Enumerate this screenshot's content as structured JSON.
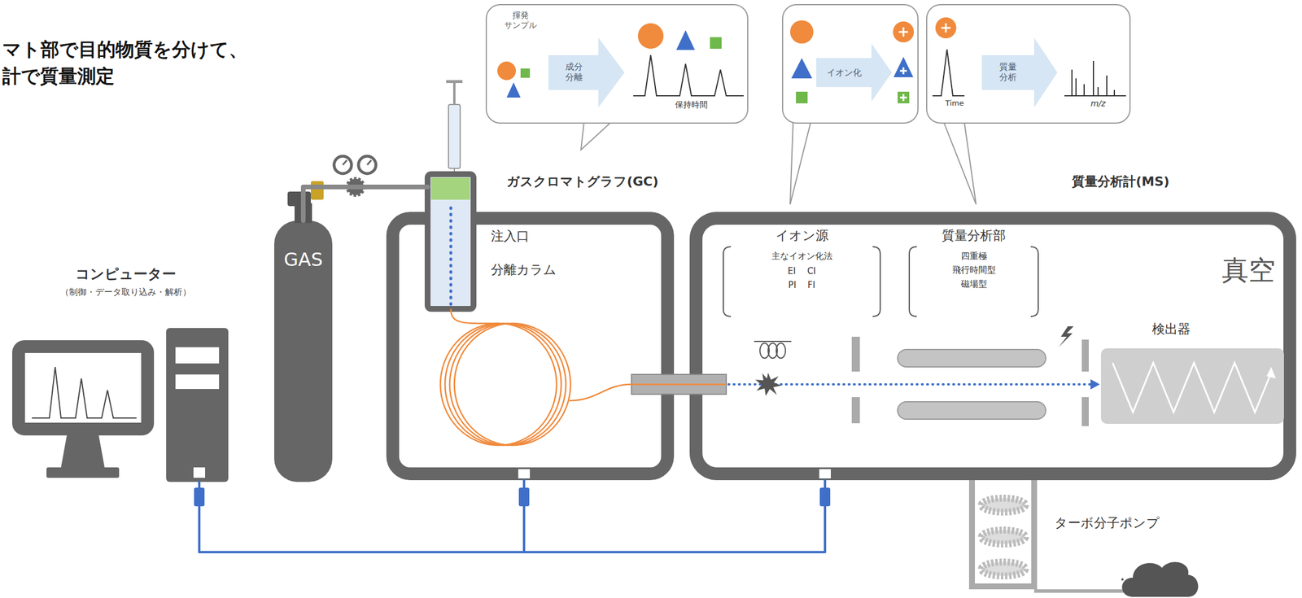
{
  "diagram": {
    "title": "マト部で目的物質を分けて、 計で質量測定",
    "nodes": [
      {
        "text": [
          "コンピューター",
          "（制御・データ取り込み・解析）"
        ]
      },
      {
        "text": [
          "GAS"
        ]
      },
      {
        "text": [
          "ガスクロマトグラフ(GC)"
        ]
      },
      {
        "text": [
          "注入口"
        ],
        "in": 2
      },
      {
        "text": [
          "分離カラム"
        ],
        "in": 2
      },
      {
        "text": [
          "質量分析計(MS)",
          "真空"
        ]
      },
      {
        "text": [
          "イオン源",
          "主なイオン化法",
          "EI CI",
          "PI FI"
        ],
        "in": 5
      },
      {
        "text": [
          "質量分析部",
          "四重極",
          "飛行時間型",
          "磁場型"
        ],
        "in": 5
      },
      {
        "text": [
          "検出器"
        ],
        "in": 5
      },
      {
        "text": [
          "ターボ分子ポンプ"
        ]
      },
      {
        "text": [
          "揮発 サンプル",
          "成分 分離",
          "保持時間"
        ]
      },
      {
        "text": [
          "イオン化"
        ]
      },
      {
        "text": [
          "Time",
          "質量 分析",
          "m/z"
        ]
      }
    ],
    "edges": [
      {
        "from": 0,
        "to": 2,
        "arrow": "none"
      },
      {
        "from": 0,
        "to": 5,
        "arrow": "none"
      },
      {
        "from": 1,
        "to": 3,
        "arrow": "none"
      },
      {
        "from": 6,
        "to": 8,
        "arrow": "to"
      }
    ]
  }
}
